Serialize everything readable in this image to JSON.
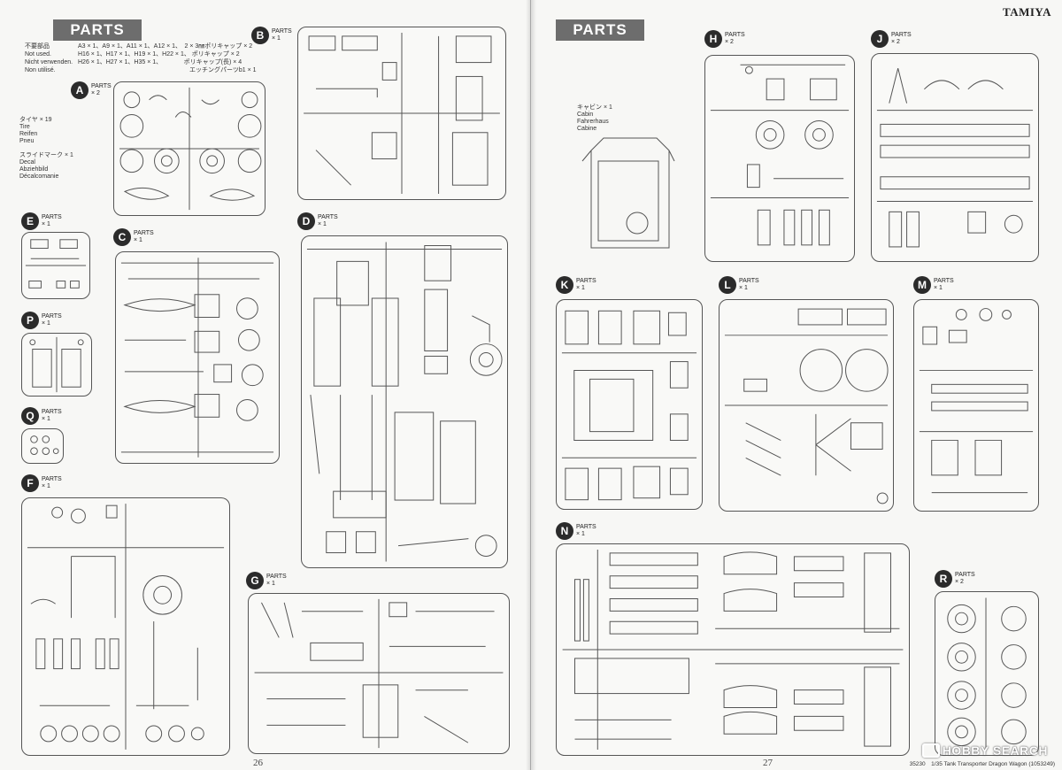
{
  "brand": "TAMIYA",
  "pages": {
    "left_number": "26",
    "right_number": "27"
  },
  "parts_header": "PARTS",
  "not_used": {
    "labels": [
      "不要部品",
      "Not used.",
      "Nicht verwenden.",
      "Non utilisé."
    ],
    "line1": "A3 × 1、A9 × 1、A11 × 1、A12 × 1、　2 × 3㎜ポリキャップ × 2",
    "line2": "H16 × 1、H17 × 1、H19 × 1、H22 × 1、 ポリキャップ × 2",
    "line3": "H26 × 1、H27 × 1、H35 × 1、　　　　ポリキャップ(長) × 4",
    "line4": "　　　　　　　　　　　　　　　　　　エッチングパーツb1 × 1"
  },
  "notes": {
    "tire": [
      "タイヤ × 19",
      "Tire",
      "Reifen",
      "Pneu"
    ],
    "decal": [
      "スライドマーク × 1",
      "Decal",
      "Abziehbild",
      "Décalcomanie"
    ],
    "cabin": [
      "キャビン × 1",
      "Cabin",
      "Fahrerhaus",
      "Cabine"
    ]
  },
  "sprues": {
    "A": {
      "letter": "A",
      "text": "PARTS",
      "qty": "× 2"
    },
    "B": {
      "letter": "B",
      "text": "PARTS",
      "qty": "× 1"
    },
    "C": {
      "letter": "C",
      "text": "PARTS",
      "qty": "× 1"
    },
    "D": {
      "letter": "D",
      "text": "PARTS",
      "qty": "× 1"
    },
    "E": {
      "letter": "E",
      "text": "PARTS",
      "qty": "× 1"
    },
    "F": {
      "letter": "F",
      "text": "PARTS",
      "qty": "× 1"
    },
    "G": {
      "letter": "G",
      "text": "PARTS",
      "qty": "× 1"
    },
    "P": {
      "letter": "P",
      "text": "PARTS",
      "qty": "× 1"
    },
    "Q": {
      "letter": "Q",
      "text": "PARTS",
      "qty": "× 1"
    },
    "H": {
      "letter": "H",
      "text": "PARTS",
      "qty": "× 2"
    },
    "J": {
      "letter": "J",
      "text": "PARTS",
      "qty": "× 2"
    },
    "K": {
      "letter": "K",
      "text": "PARTS",
      "qty": "× 1"
    },
    "L": {
      "letter": "L",
      "text": "PARTS",
      "qty": "× 1"
    },
    "M": {
      "letter": "M",
      "text": "PARTS",
      "qty": "× 1"
    },
    "N": {
      "letter": "N",
      "text": "PARTS",
      "qty": "× 1"
    },
    "R": {
      "letter": "R",
      "text": "PARTS",
      "qty": "× 2"
    }
  },
  "footer": "35230　1/35 Tank Transporter Dragon Wagon (1053249)",
  "watermark": "HOBBY SEARCH",
  "colors": {
    "header_bg": "#6d6d6d",
    "badge_bg": "#2b2b2b",
    "line": "#555555"
  }
}
